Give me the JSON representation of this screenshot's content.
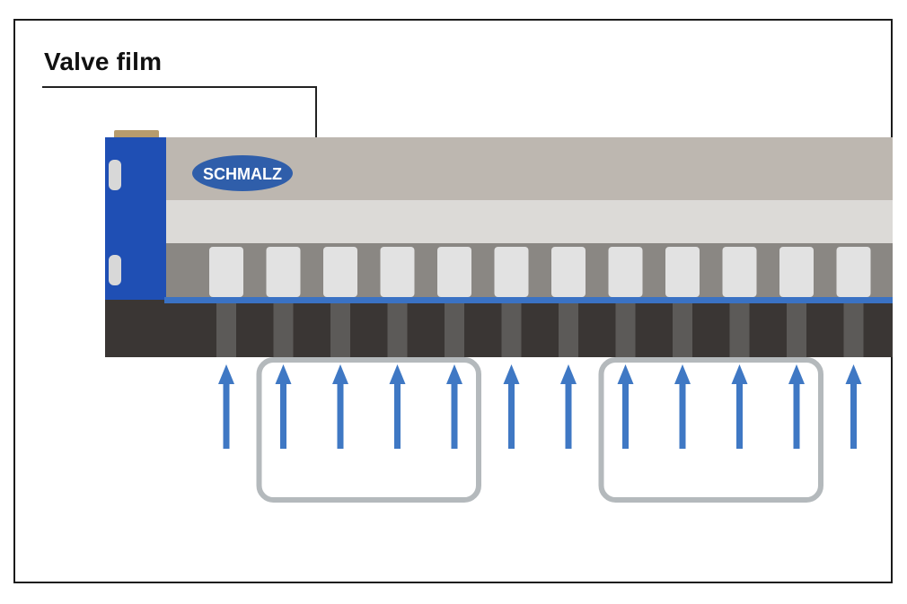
{
  "callout": {
    "label": "Valve film"
  },
  "brand": {
    "logo_text": "SCHMALZ"
  },
  "colors": {
    "frame": "#1b1b1b",
    "gripper_body": "#bdb7b0",
    "gripper_stripe": "#dcdad7",
    "valve_chamber": "#8a8783",
    "valve": "#e2e2e2",
    "valve_film": "#3a72c4",
    "end_block": "#1f4fb4",
    "foam": "#3a3634",
    "airflow_arrow": "#3f78c4",
    "grouping_box": "#b4b9bc"
  },
  "diagram": {
    "valve_count": 12,
    "airflow_arrow_count": 12,
    "arrow_icon": "up-arrow-icon",
    "grouped_valves": [
      [
        2,
        5
      ],
      [
        8,
        11
      ]
    ]
  }
}
